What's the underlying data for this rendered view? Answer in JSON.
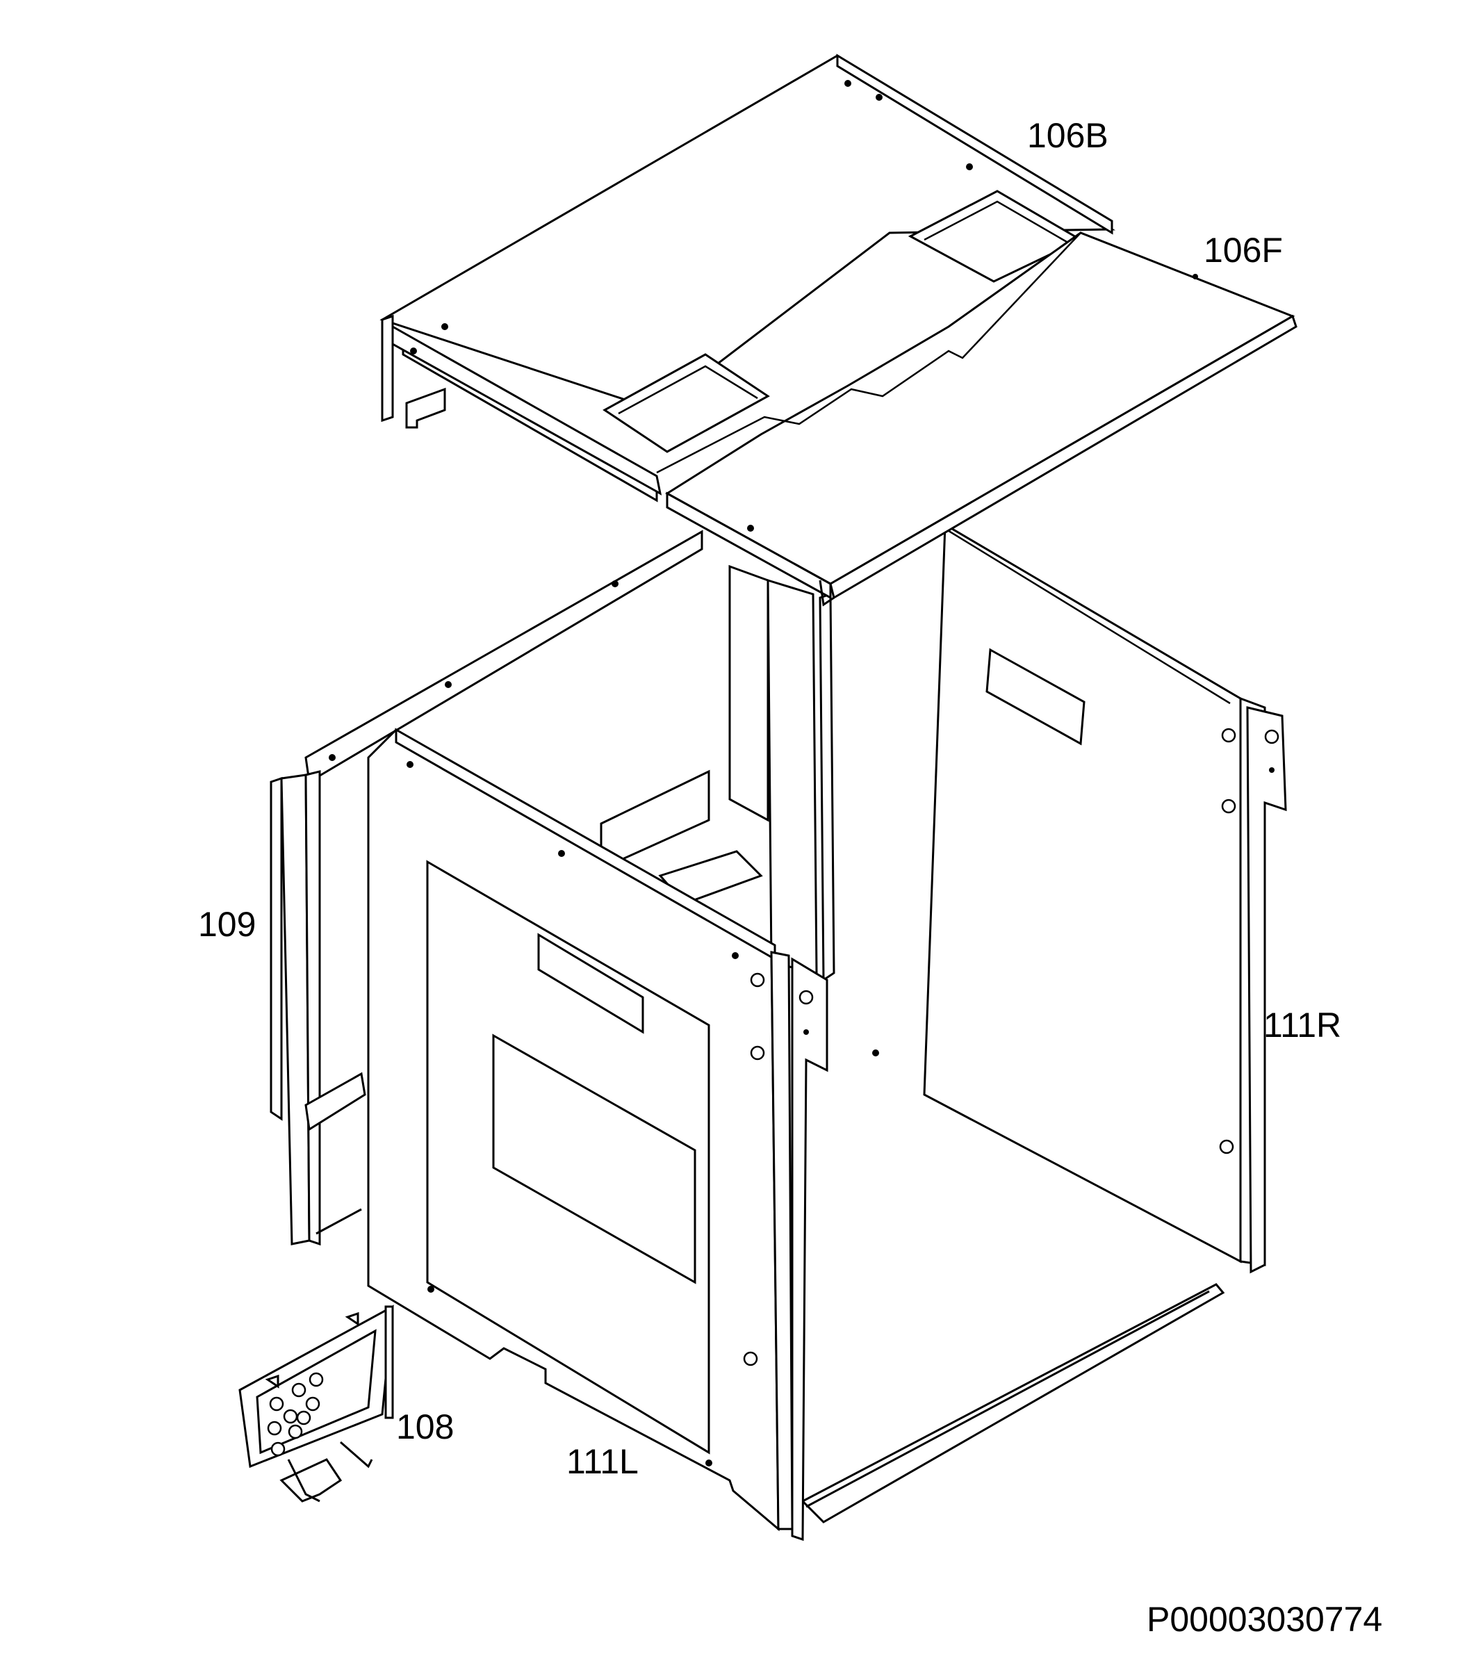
{
  "callouts": {
    "part_106B": "106B",
    "part_106F": "106F",
    "part_109": "109",
    "part_111R": "111R",
    "part_108": "108",
    "part_111L": "111L"
  },
  "footer": {
    "drawing_number": "P00003030774"
  }
}
